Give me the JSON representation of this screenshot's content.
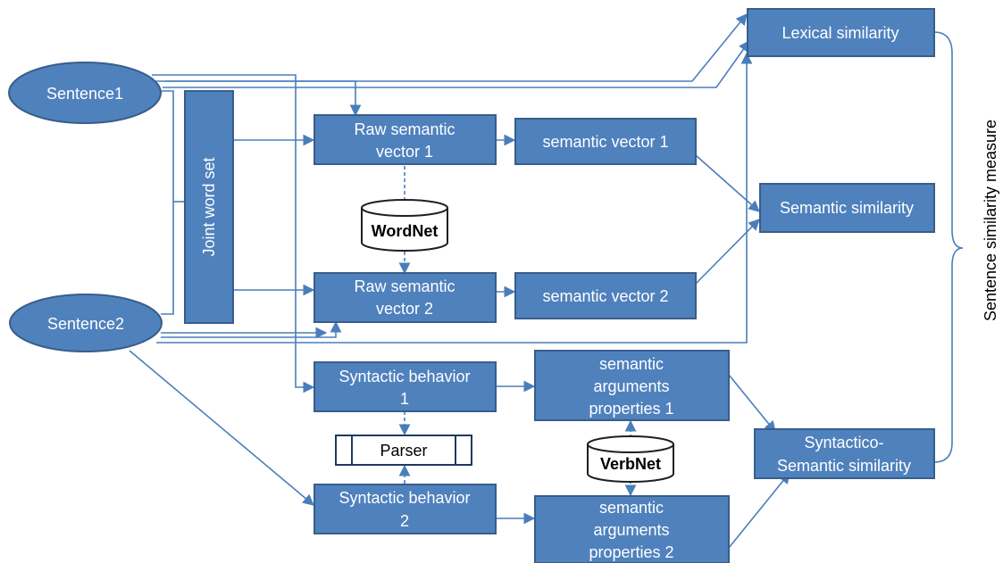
{
  "nodes": {
    "sentence1": "Sentence1",
    "sentence2": "Sentence2",
    "joint_word_set": "Joint word set",
    "raw_vector_1": [
      "Raw semantic",
      "vector 1"
    ],
    "raw_vector_2": [
      "Raw semantic",
      "vector 2"
    ],
    "semantic_vector_1": "semantic vector 1",
    "semantic_vector_2": "semantic vector 2",
    "wordnet": "WordNet",
    "lexical_similarity": "Lexical similarity",
    "semantic_similarity": "Semantic similarity",
    "syntactic_behavior_1": [
      "Syntactic behavior",
      "1"
    ],
    "syntactic_behavior_2": [
      "Syntactic behavior",
      "2"
    ],
    "parser": "Parser",
    "verbnet": "VerbNet",
    "semantic_args_1": [
      "semantic",
      "arguments",
      "properties 1"
    ],
    "semantic_args_2": [
      "semantic",
      "arguments",
      "properties 2"
    ],
    "syntactico_semantic_similarity": [
      "Syntactico-",
      "Semantic similarity"
    ],
    "sentence_similarity_measure": "Sentence similarity  measure"
  }
}
